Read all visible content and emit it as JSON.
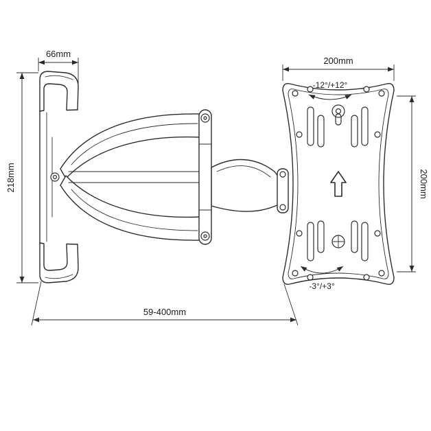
{
  "canvas": {
    "background": "#ffffff",
    "line_color": "#2b2b2b",
    "text_color": "#1a1a1a"
  },
  "diagram": {
    "dimensions": {
      "bracket_depth": "66mm",
      "bracket_height": "218mm",
      "plate_width": "200mm",
      "plate_height": "200mm",
      "extension_range": "59-400mm"
    },
    "angles": {
      "swivel": "-12°/+12°",
      "tilt": "-3°/+3°"
    }
  }
}
